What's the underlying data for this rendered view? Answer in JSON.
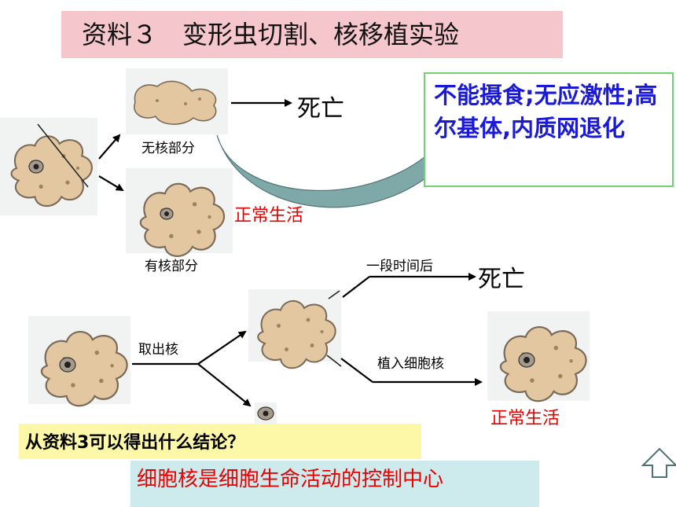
{
  "title": "资料３　变形虫切割、核移植实验",
  "top": {
    "no_nucleus_label": "无核部分",
    "with_nucleus_label": "有核部分",
    "death": "死亡",
    "normal": "正常生活",
    "effects": "不能摄食;无应激性;高尔基体,内质网退化"
  },
  "bottom": {
    "remove_nucleus": "取出核",
    "after_time": "一段时间后",
    "death": "死亡",
    "implant_nucleus": "植入细胞核",
    "normal": "正常生活"
  },
  "question": "从资料3可以得出什么结论？",
  "answer": "细胞核是细胞生命活动的控制中心",
  "colors": {
    "title_bg": "#f5c7cc",
    "effects_text": "#1a1ad6",
    "effects_border": "#6fd46f",
    "red_text": "#e60000",
    "question_bg": "#fcf8a8",
    "answer_bg": "#cdeaec",
    "curved_arrow": "#7fa9a9"
  },
  "icons": [
    "up-arrow-icon"
  ]
}
